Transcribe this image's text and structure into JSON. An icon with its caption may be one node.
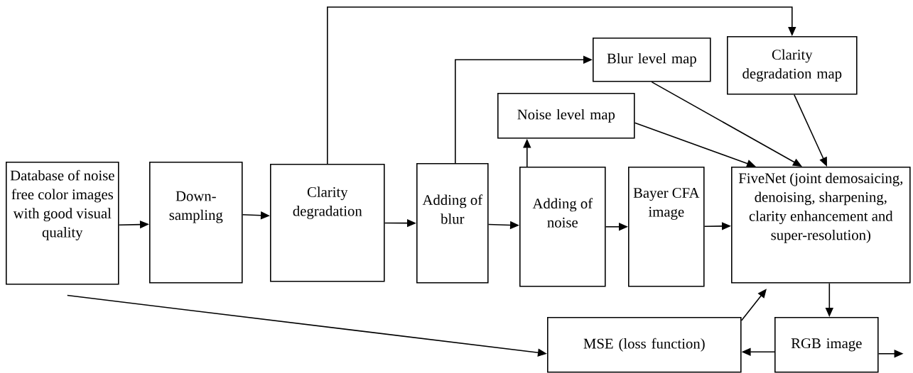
{
  "diagram": {
    "nodes": [
      {
        "text": [
          "Database of noise free color images with good visual quality"
        ]
      },
      {
        "text": [
          "Down-sampling"
        ]
      },
      {
        "text": [
          "Clarity degradation"
        ]
      },
      {
        "text": [
          "Adding of blur"
        ]
      },
      {
        "text": [
          "Adding of noise"
        ]
      },
      {
        "text": [
          "Bayer CFA image"
        ]
      },
      {
        "text": [
          "FiveNet (joint demosaicing, denoising, sharpening, clarity enhancement and super-resolution)"
        ]
      },
      {
        "text": [
          "Blur level map"
        ]
      },
      {
        "text": [
          "Clarity degradation map"
        ]
      },
      {
        "text": [
          "Noise level map"
        ]
      },
      {
        "text": [
          "MSE (loss function)"
        ]
      },
      {
        "text": [
          "RGB image"
        ]
      }
    ],
    "edges": [
      {
        "from": 0,
        "to": 1,
        "arrow": "to"
      },
      {
        "from": 1,
        "to": 2,
        "arrow": "to"
      },
      {
        "from": 2,
        "to": 3,
        "arrow": "to"
      },
      {
        "from": 3,
        "to": 4,
        "arrow": "to"
      },
      {
        "from": 4,
        "to": 5,
        "arrow": "to"
      },
      {
        "from": 5,
        "to": 6,
        "arrow": "to"
      },
      {
        "from": 2,
        "to": 8,
        "arrow": "to"
      },
      {
        "from": 3,
        "to": 7,
        "arrow": "to"
      },
      {
        "from": 4,
        "to": 9,
        "arrow": "to"
      },
      {
        "from": 9,
        "to": 6,
        "arrow": "to"
      },
      {
        "from": 7,
        "to": 6,
        "arrow": "to"
      },
      {
        "from": 8,
        "to": 6,
        "arrow": "to"
      },
      {
        "from": 6,
        "to": 11,
        "arrow": "to"
      },
      {
        "from": 11,
        "to": 10,
        "arrow": "to"
      },
      {
        "from": 10,
        "to": 6,
        "arrow": "to"
      },
      {
        "from": 0,
        "to": 10,
        "arrow": "to"
      },
      {
        "from": 11,
        "to": null,
        "arrow": "to"
      }
    ]
  }
}
